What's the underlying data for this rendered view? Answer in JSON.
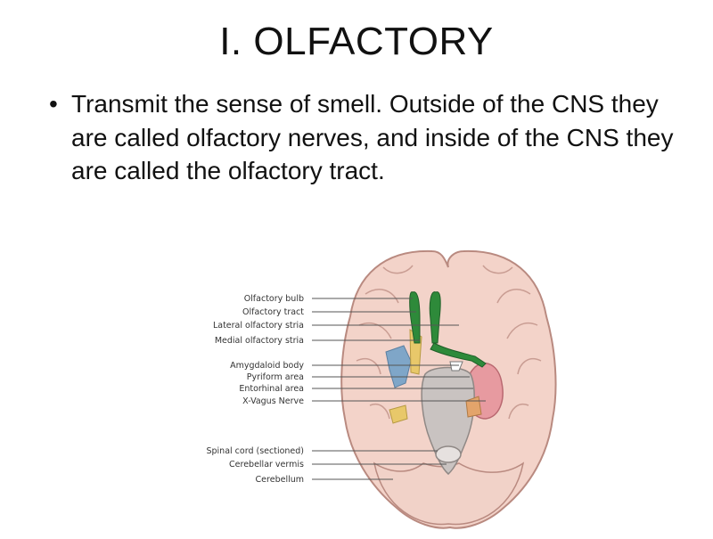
{
  "slide": {
    "title": "I. OLFACTORY",
    "bullets": [
      {
        "symbol": "•",
        "text": "Transmit the sense of smell. Outside of the CNS they are called olfactory nerves, and inside of the CNS they are called the olfactory tract."
      }
    ]
  },
  "figure": {
    "labels": [
      "Olfactory bulb",
      "Olfactory tract",
      "Lateral olfactory stria",
      "Medial olfactory stria",
      "Amygdaloid body",
      "Pyriform area",
      "Entorhinal area",
      "X-Vagus Nerve",
      "Spinal cord (sectioned)",
      "Cerebellar vermis",
      "Cerebellum"
    ],
    "colors": {
      "brain_tissue": "#f3d3c9",
      "brain_outline": "#b98a80",
      "olfactory_tract": "#2e8a3a",
      "temporal_lobe": "#e79aa0",
      "nerve_blue": "#7fa6c8",
      "nerve_yellow": "#e8c86a",
      "brainstem": "#c9c3c1"
    }
  }
}
